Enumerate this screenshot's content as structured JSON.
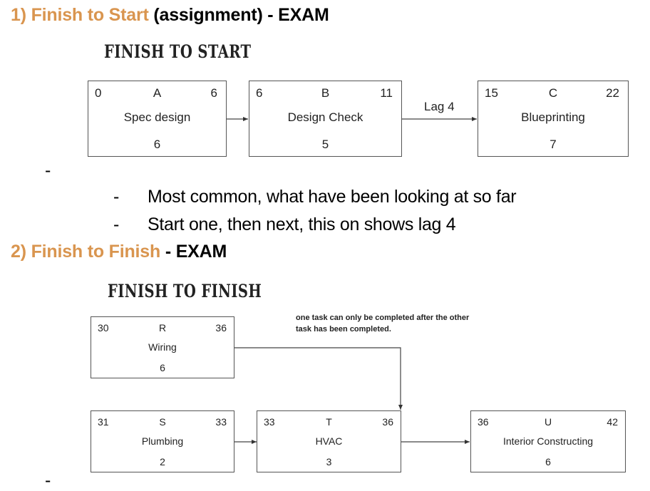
{
  "section1": {
    "heading_colored": "1) Finish to Start",
    "heading_rest": " (assignment) - EXAM",
    "diagram_title": "FINISH TO START",
    "lag_label": "Lag 4",
    "nodes": [
      {
        "id": "A",
        "es": "0",
        "ef": "6",
        "name": "Spec design",
        "duration": "6"
      },
      {
        "id": "B",
        "es": "6",
        "ef": "11",
        "name": "Design Check",
        "duration": "5"
      },
      {
        "id": "C",
        "es": "15",
        "ef": "22",
        "name": "Blueprinting",
        "duration": "7"
      }
    ],
    "empty_bullet": "-",
    "bullets": [
      {
        "dash": "-",
        "text": "Most common, what have been looking at so far"
      },
      {
        "dash": "-",
        "text": "Start one, then next, this on shows lag 4"
      }
    ]
  },
  "section2": {
    "heading_colored": "2) Finish to Finish",
    "heading_rest": " - EXAM",
    "diagram_title": "FINISH TO FINISH",
    "note_line1": "one task can only be completed after the other",
    "note_line2": "task has been completed.",
    "nodes": [
      {
        "id": "R",
        "es": "30",
        "ef": "36",
        "name": "Wiring",
        "duration": "6"
      },
      {
        "id": "S",
        "es": "31",
        "ef": "33",
        "name": "Plumbing",
        "duration": "2"
      },
      {
        "id": "T",
        "es": "33",
        "ef": "36",
        "name": "HVAC",
        "duration": "3"
      },
      {
        "id": "U",
        "es": "36",
        "ef": "42",
        "name": "Interior Constructing",
        "duration": "6"
      }
    ],
    "empty_bullet": "-"
  },
  "colors": {
    "accent": "#d9954f",
    "text": "#000000",
    "border": "#555555"
  }
}
